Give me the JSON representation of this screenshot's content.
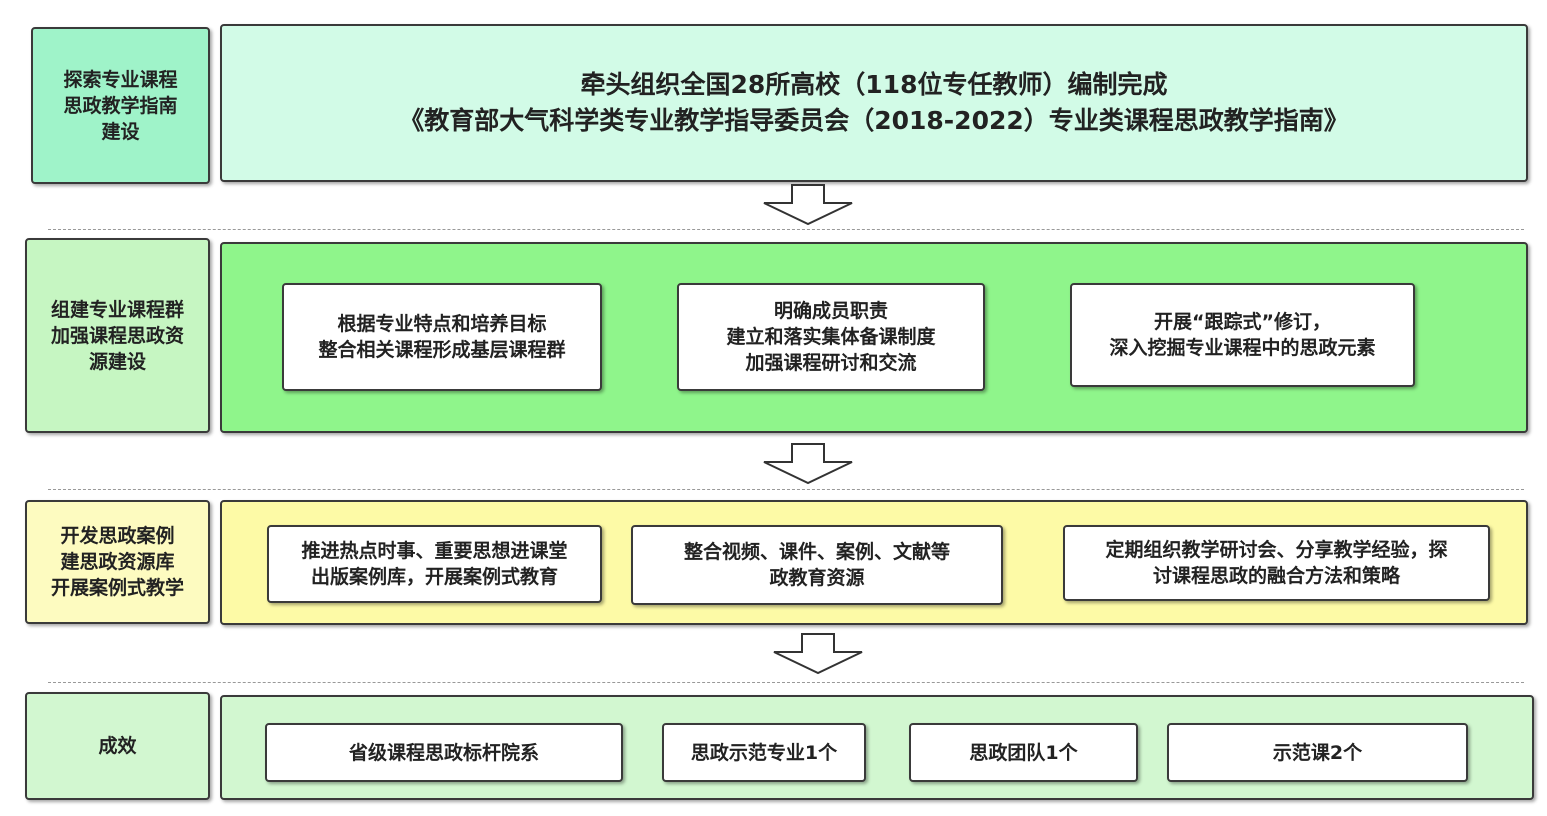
{
  "rows": [
    {
      "label": "探索专业课程\n思政教学指南\n建设",
      "label_color": "#9ff3c9",
      "panel_color": "#d2fbe7",
      "title": "牵头组织全国28所高校（118位专任教师）编制完成\n《教育部大气科学类专业教学指导委员会（2018-2022）专业类课程思政教学指南》"
    },
    {
      "label": "组建专业课程群\n加强课程思政资\n源建设",
      "label_color": "#c6f6c2",
      "panel_color": "#8ff58b",
      "items": [
        "根据专业特点和培养目标\n整合相关课程形成基层课程群",
        "明确成员职责\n建立和落实集体备课制度\n加强课程研讨和交流",
        "开展“跟踪式”修订，\n深入挖掘专业课程中的思政元素"
      ]
    },
    {
      "label": "开发思政案例\n建思政资源库\n开展案例式教学",
      "label_color": "#fdfbc0",
      "panel_color": "#fdfaa6",
      "items": [
        "推进热点时事、重要思想进课堂\n出版案例库，开展案例式教育",
        "整合视频、课件、案例、文献等\n政教育资源",
        "定期组织教学研讨会、分享教学经验，探\n讨课程思政的融合方法和策略"
      ]
    },
    {
      "label": "成效",
      "label_color": "#d2f7d0",
      "panel_color": "#d2f7d0",
      "items": [
        "省级课程思政标杆院系",
        "思政示范专业1个",
        "思政团队1个",
        "示范课2个"
      ]
    }
  ],
  "arrow_icon": "down-arrow-icon",
  "colors": {
    "border": "#3a3a3a",
    "dash": "#999999"
  }
}
